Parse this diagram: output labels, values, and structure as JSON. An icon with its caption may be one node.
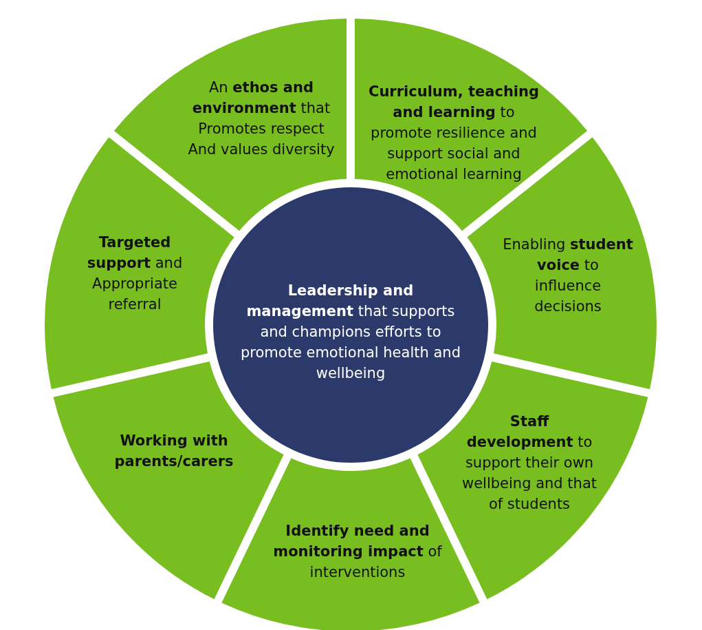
{
  "diagram": {
    "nodes": [
      {
        "text": [
          "**Leadership and management** that supports and champions efforts to promote emotional health and wellbeing"
        ]
      },
      {
        "text": [
          "An **ethos and environment** that Promotes respect And values diversity"
        ]
      },
      {
        "text": [
          "**Curriculum, teaching and learning** to promote resilience and support social and emotional learning"
        ]
      },
      {
        "text": [
          "Enabling **student voice** to influence decisions"
        ]
      },
      {
        "text": [
          "**Staff development** to support their own wellbeing and that of students"
        ]
      },
      {
        "text": [
          "**Identify need and monitoring impact** of interventions"
        ]
      },
      {
        "text": [
          "**Working with parents/carers**"
        ]
      },
      {
        "text": [
          "**Targeted support** and Appropriate referral"
        ]
      }
    ],
    "edges": []
  }
}
